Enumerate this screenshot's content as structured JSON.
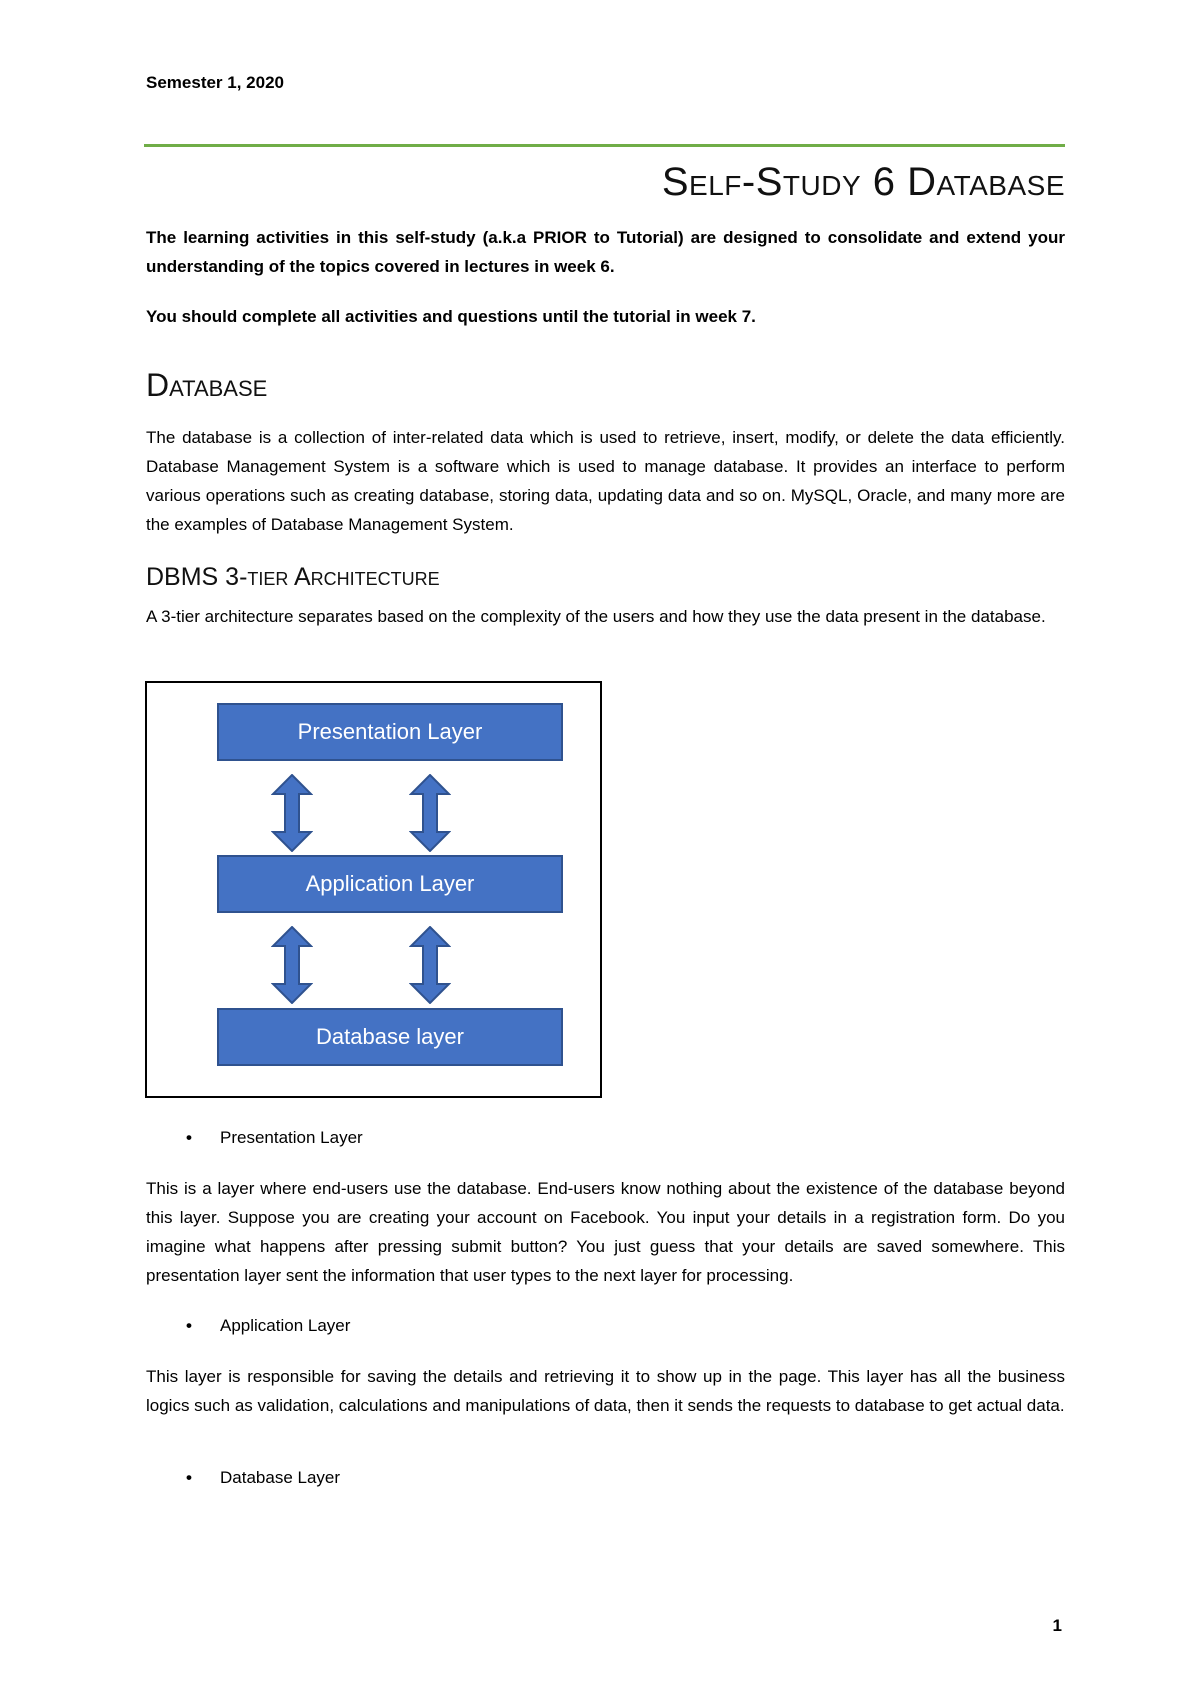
{
  "header": {
    "semester": "Semester 1, 2020"
  },
  "title": "Self-Study 6 Database",
  "intro": {
    "p1": "The learning activities in this self-study (a.k.a PRIOR to Tutorial) are designed to consolidate and extend your understanding of the topics covered in lectures in week 6.",
    "p2": "You should complete all activities and questions until the tutorial in week 7."
  },
  "section_database": {
    "heading": "Database",
    "body": "The database is a collection of inter-related data which is used to retrieve, insert, modify, or delete the data efficiently. Database Management System is a software which is used to manage database. It provides an interface to perform various operations such as creating database, storing data, updating data and so on. MySQL, Oracle, and many more are the examples of Database Management System."
  },
  "section_dbms": {
    "heading": "DBMS 3-tier Architecture",
    "body": "A 3-tier architecture separates based on the complexity of the users and how they use the data present in the database."
  },
  "diagram": {
    "layers": [
      "Presentation Layer",
      "Application Layer",
      "Database layer"
    ],
    "colors": {
      "fill": "#4472c4",
      "border": "#2f528f",
      "text": "#ffffff"
    }
  },
  "bullets": [
    {
      "label": "Presentation Layer",
      "text": "This is a layer where end-users use the database. End-users know nothing about the existence of the database beyond this layer. Suppose you are creating your account on Facebook. You input your details in a registration form. Do you imagine what happens after pressing submit button? You just guess that your details are saved somewhere. This presentation layer sent the information that user types to the next layer for processing."
    },
    {
      "label": "Application Layer",
      "text": "This layer is responsible for saving the details and retrieving it to show up in the page. This layer has all the business logics such as validation, calculations and manipulations of data, then it sends the requests to database to get actual data."
    },
    {
      "label": "Database Layer",
      "text": ""
    }
  ],
  "footer": {
    "page_number": "1"
  }
}
